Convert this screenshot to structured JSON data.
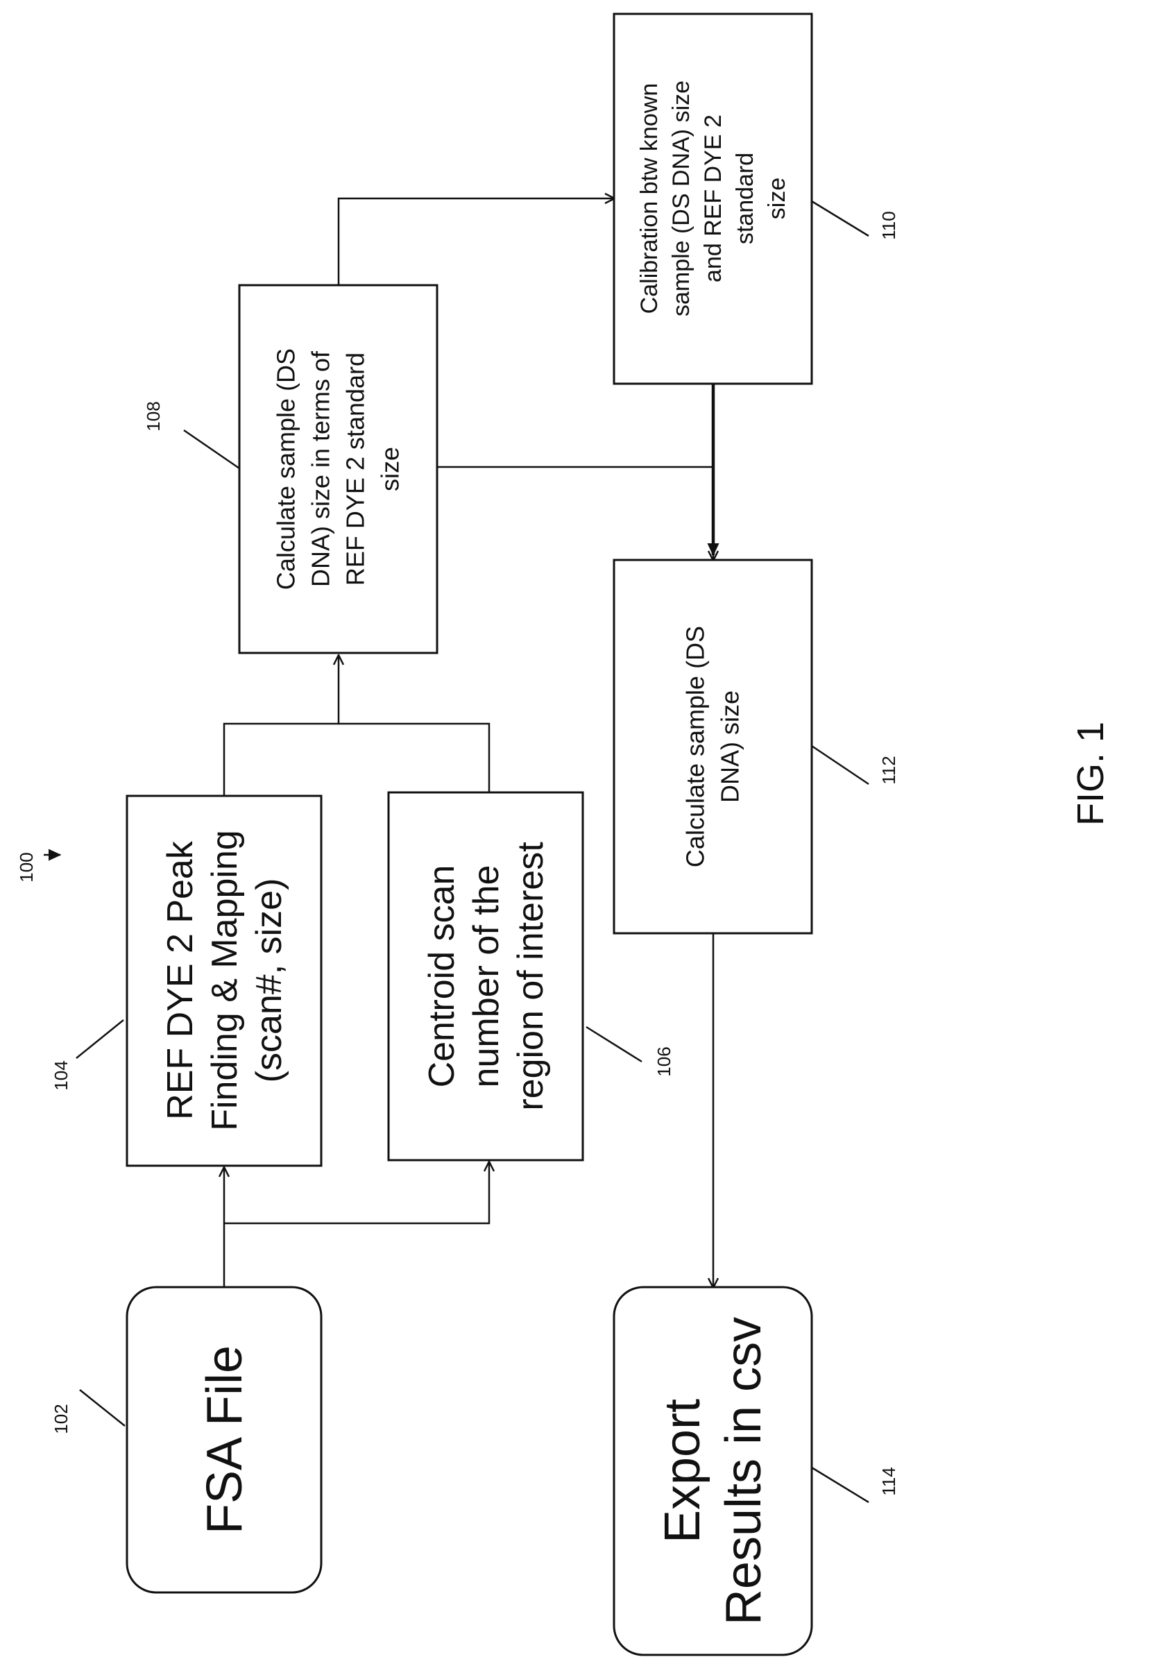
{
  "figure": {
    "figure_ref": "100",
    "caption": "FIG. 1"
  },
  "nodes": {
    "fsa": {
      "ref": "102",
      "lines": [
        "FSA File"
      ]
    },
    "ref_peak": {
      "ref": "104",
      "lines": [
        "REF DYE 2 Peak",
        "Finding & Mapping",
        "(scan#, size)"
      ]
    },
    "centroid": {
      "ref": "106",
      "lines": [
        "Centroid scan",
        "number  of the",
        "region of interest"
      ]
    },
    "calc_ref_size": {
      "ref": "108",
      "lines": [
        "Calculate sample (DS",
        "DNA) size in terms of",
        "REF DYE 2 standard",
        "size"
      ]
    },
    "calibration": {
      "ref": "110",
      "lines": [
        "Calibration btw known",
        "sample (DS DNA) size",
        "and REF DYE 2",
        "standard",
        "size"
      ]
    },
    "calc_size": {
      "ref": "112",
      "lines": [
        "Calculate sample (DS",
        "DNA) size"
      ]
    },
    "export": {
      "ref": "114",
      "lines": [
        "Export",
        "Results in csv"
      ]
    }
  },
  "edges": [
    {
      "from": "fsa",
      "to": "ref_peak"
    },
    {
      "from": "fsa",
      "to": "centroid"
    },
    {
      "from": "ref_peak",
      "to": "calc_ref_size"
    },
    {
      "from": "centroid",
      "to": "calc_ref_size"
    },
    {
      "from": "calc_ref_size",
      "to": "calibration"
    },
    {
      "from": "calc_ref_size",
      "to": "calc_size"
    },
    {
      "from": "calibration",
      "to": "calc_size"
    },
    {
      "from": "calc_size",
      "to": "export"
    }
  ]
}
